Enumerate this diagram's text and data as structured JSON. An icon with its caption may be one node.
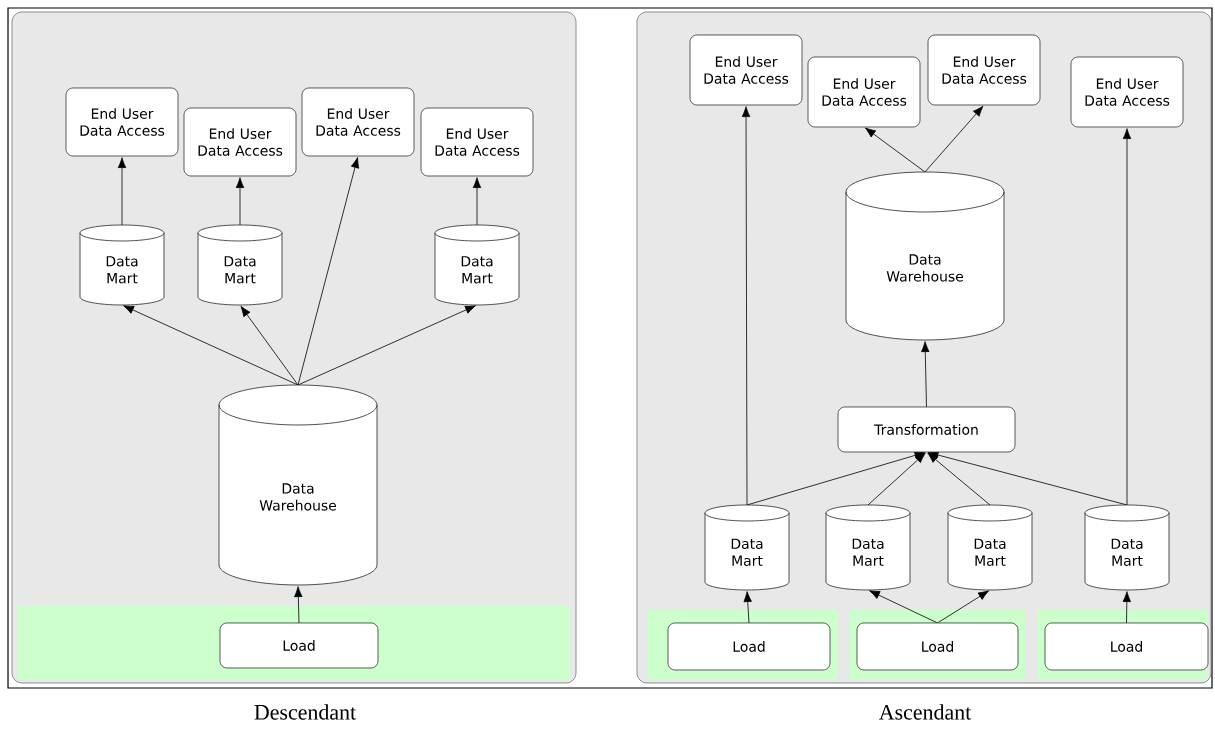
{
  "diagram": {
    "nodes": [
      {
        "text": [
          "Descendant"
        ]
      },
      {
        "text": [
          "End User Data Access"
        ],
        "in": 0
      },
      {
        "text": [
          "End User Data Access"
        ],
        "in": 0
      },
      {
        "text": [
          "End User Data Access"
        ],
        "in": 0
      },
      {
        "text": [
          "End User Data Access"
        ],
        "in": 0
      },
      {
        "text": [
          "Data Mart"
        ],
        "in": 0
      },
      {
        "text": [
          "Data Mart"
        ],
        "in": 0
      },
      {
        "text": [
          "Data Mart"
        ],
        "in": 0
      },
      {
        "text": [
          "Data Warehouse"
        ],
        "in": 0
      },
      {
        "text": [
          "Load"
        ],
        "in": 0
      },
      {
        "text": [
          "Ascendant"
        ]
      },
      {
        "text": [
          "End User Data Access"
        ],
        "in": 10
      },
      {
        "text": [
          "End User Data Access"
        ],
        "in": 10
      },
      {
        "text": [
          "End User Data Access"
        ],
        "in": 10
      },
      {
        "text": [
          "End User Data Access"
        ],
        "in": 10
      },
      {
        "text": [
          "Data Warehouse"
        ],
        "in": 10
      },
      {
        "text": [
          "Transformation"
        ],
        "in": 10
      },
      {
        "text": [
          "Data Mart"
        ],
        "in": 10
      },
      {
        "text": [
          "Data Mart"
        ],
        "in": 10
      },
      {
        "text": [
          "Data Mart"
        ],
        "in": 10
      },
      {
        "text": [
          "Data Mart"
        ],
        "in": 10
      },
      {
        "text": [
          "Load"
        ],
        "in": 10
      },
      {
        "text": [
          "Load"
        ],
        "in": 10
      },
      {
        "text": [
          "Load"
        ],
        "in": 10
      }
    ],
    "edges": [
      {
        "from": 5,
        "to": 1,
        "arrow": "to"
      },
      {
        "from": 6,
        "to": 2,
        "arrow": "to"
      },
      {
        "from": 8,
        "to": 3,
        "arrow": "to"
      },
      {
        "from": 7,
        "to": 4,
        "arrow": "to"
      },
      {
        "from": 8,
        "to": 5,
        "arrow": "to"
      },
      {
        "from": 8,
        "to": 6,
        "arrow": "to"
      },
      {
        "from": 8,
        "to": 7,
        "arrow": "to"
      },
      {
        "from": 9,
        "to": 8,
        "arrow": "to"
      },
      {
        "from": 17,
        "to": 11,
        "arrow": "to"
      },
      {
        "from": 15,
        "to": 12,
        "arrow": "to"
      },
      {
        "from": 15,
        "to": 13,
        "arrow": "to"
      },
      {
        "from": 20,
        "to": 14,
        "arrow": "to"
      },
      {
        "from": 16,
        "to": 15,
        "arrow": "to"
      },
      {
        "from": 17,
        "to": 16,
        "arrow": "to"
      },
      {
        "from": 18,
        "to": 16,
        "arrow": "to"
      },
      {
        "from": 19,
        "to": 16,
        "arrow": "to"
      },
      {
        "from": 20,
        "to": 16,
        "arrow": "to"
      },
      {
        "from": 21,
        "to": 17,
        "arrow": "to"
      },
      {
        "from": 22,
        "to": 18,
        "arrow": "to"
      },
      {
        "from": 22,
        "to": 19,
        "arrow": "to"
      },
      {
        "from": 23,
        "to": 20,
        "arrow": "to"
      }
    ]
  }
}
